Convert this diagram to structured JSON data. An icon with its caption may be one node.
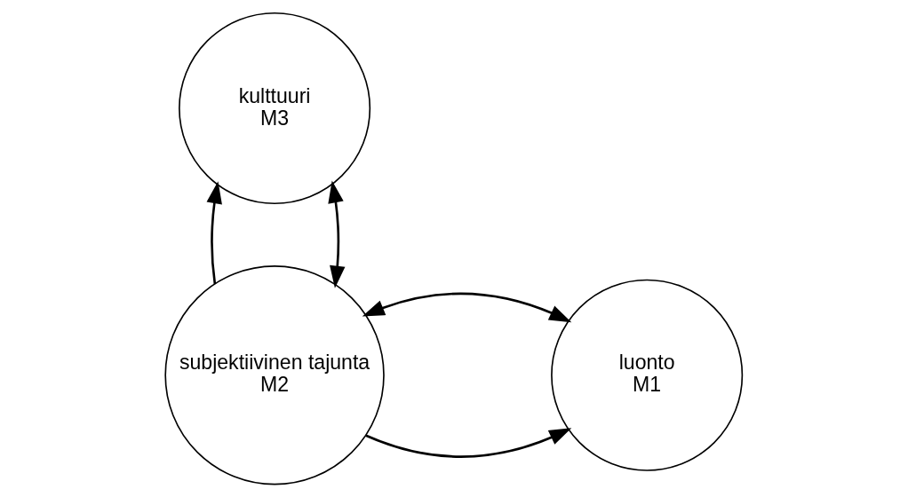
{
  "diagram": {
    "nodes": [
      {
        "text": [
          "kulttuuri",
          "M3"
        ]
      },
      {
        "text": [
          "luonto",
          "M1"
        ]
      },
      {
        "text": [
          "subjektiivinen tajunta",
          "M2"
        ]
      }
    ],
    "edges": [
      {
        "from": 2,
        "to": 1,
        "arrow": "to"
      },
      {
        "from": 2,
        "to": 0,
        "arrow": "to"
      },
      {
        "from": 1,
        "to": 2,
        "arrow": "both"
      },
      {
        "from": 2,
        "to": 0,
        "arrow": "both"
      }
    ]
  }
}
